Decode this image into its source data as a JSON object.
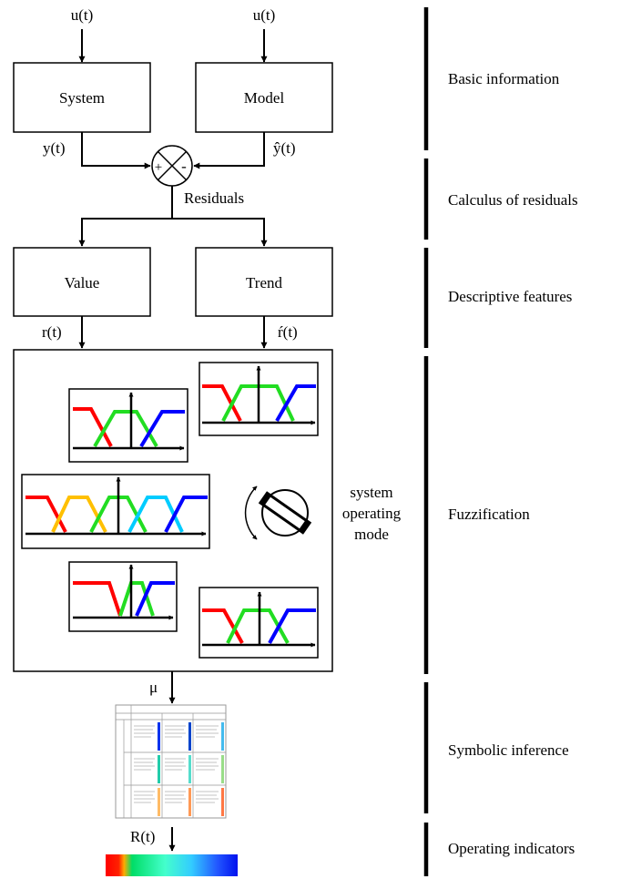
{
  "inputs": {
    "left": "u(t)",
    "right": "u(t)"
  },
  "blocks": {
    "system": "System",
    "model": "Model",
    "value": "Value",
    "trend": "Trend"
  },
  "signals": {
    "y": "y(t)",
    "yhat": "ŷ(t)",
    "r": "r(t)",
    "rdot": "ŕ(t)",
    "mu": "μ",
    "R": "R(t)",
    "plus": "+",
    "minus": "-"
  },
  "residuals_label": "Residuals",
  "operating_mode": {
    "line1": "system",
    "line2": "operating",
    "line3": "mode"
  },
  "stages": [
    "Basic information",
    "Calculus of residuals",
    "Descriptive features",
    "Fuzzification",
    "Symbolic inference",
    "Operating indicators"
  ],
  "colors": {
    "red": "#ff0000",
    "green": "#22dd22",
    "blue": "#0000ff",
    "yellow": "#ffc000",
    "cyan": "#00ccff",
    "black": "#000000"
  },
  "indicator_gradient": [
    "#ff0000",
    "#ffaa00",
    "#00dd66",
    "#44ffcc",
    "#33ccff",
    "#2255ff",
    "#0011ee"
  ]
}
